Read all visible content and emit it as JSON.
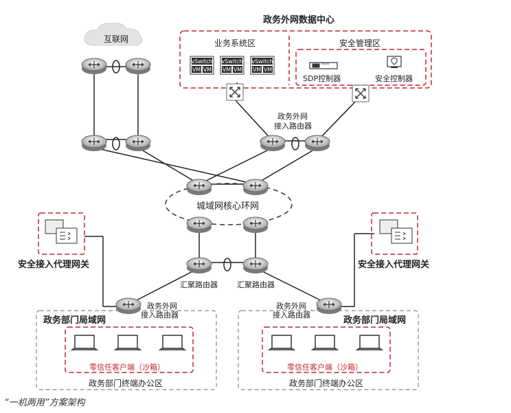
{
  "title": "政务外网数据中心",
  "internet": "互联网",
  "zones": {
    "business": "业务系统区",
    "security": "安全管理区"
  },
  "vswitch": "vSwitch",
  "vm": "VM",
  "sdp_controller": "SDP控制器",
  "security_controller": "安全控制器",
  "dc_access_router": [
    "政务外网",
    "接入路由器"
  ],
  "metro_core": "城域网核心环网",
  "aggregation_router": "汇聚路由器",
  "proxy_gateway": "安全接入代理网关",
  "dept_lan": "政务部门局域网",
  "dept_access_router": [
    "政务外网",
    "接入路由器"
  ],
  "zero_trust_client": "零信任客户端（沙箱）",
  "office_area": "政务部门终端办公区",
  "caption": "“一机两用”方案架构",
  "colors": {
    "red_dashed": "#c0272d",
    "router": "#8a8a8a",
    "line": "#222222"
  }
}
